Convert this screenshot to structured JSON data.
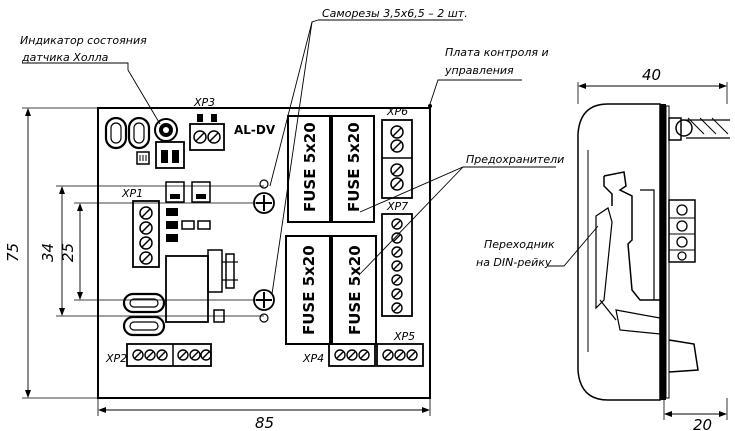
{
  "annotations": {
    "hall_line1": "Индикатор состояния",
    "hall_line2": "датчика Холла",
    "screws": "Саморезы 3,5х6,5 – 2 шт.",
    "board_line1": "Плата контроля и",
    "board_line2": "управления",
    "fuses": "Предохранители",
    "din_line1": "Переходник",
    "din_line2": "на DIN-рейку"
  },
  "dimensions": {
    "height_75": "75",
    "height_34": "34",
    "height_25": "25",
    "width_85": "85",
    "side_width_40": "40",
    "side_depth_20": "20"
  },
  "board": {
    "brand": "AL-DV",
    "fuse_label": "FUSE 5x20",
    "connectors": {
      "xp1": "XP1",
      "xp2": "XP2",
      "xp3": "XP3",
      "xp4": "XP4",
      "xp5": "XP5",
      "xp6": "XP6",
      "xp7": "XP7"
    }
  }
}
